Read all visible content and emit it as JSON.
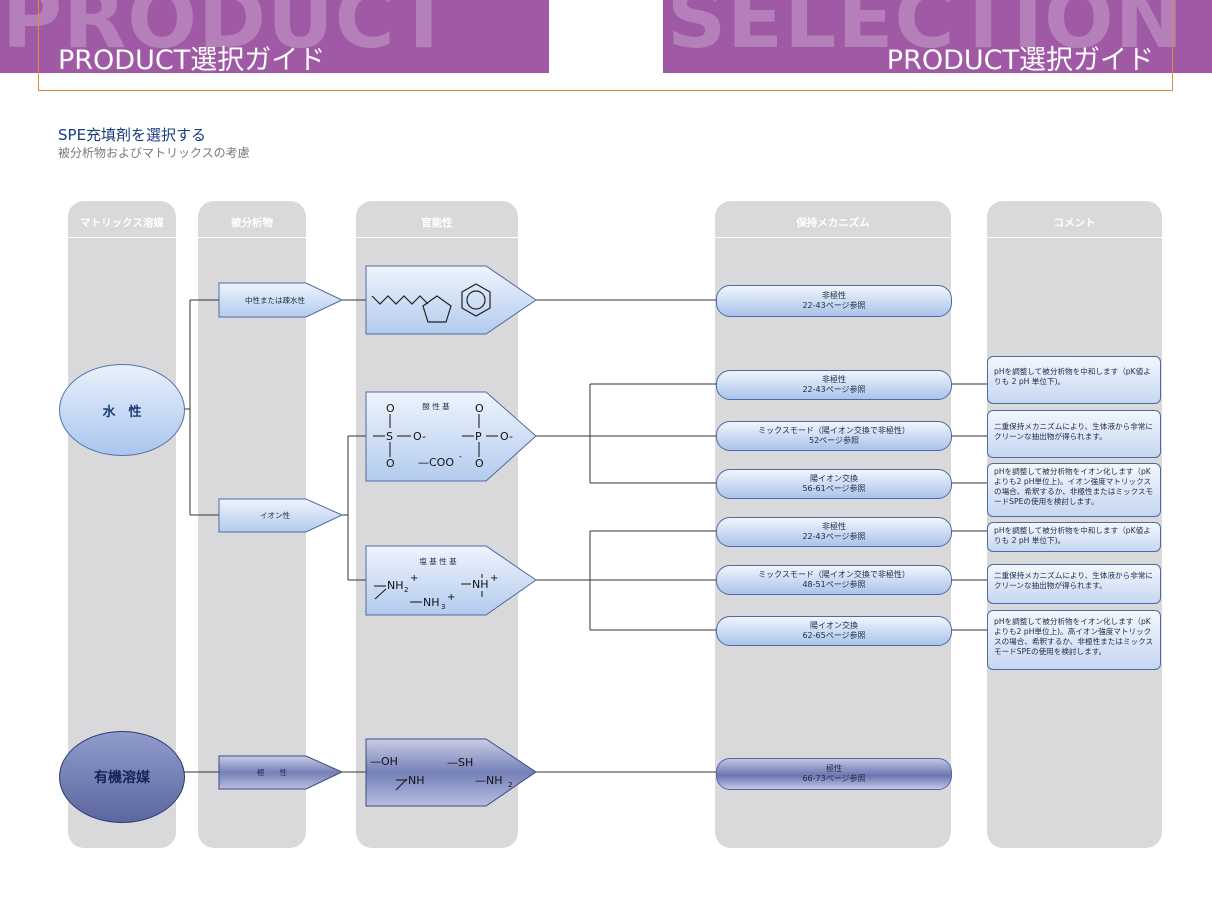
{
  "header": {
    "left_ghost": "PRODUCT",
    "left_title": "PRODUCT選択ガイド",
    "right_ghost": "SELECTION",
    "right_title": "PRODUCT選択ガイド"
  },
  "section": {
    "title": "SPE充填剤を選択する",
    "subtitle": "被分析物およびマトリックスの考慮"
  },
  "columns": [
    "マトリックス溶媒",
    "被分析物",
    "官能性",
    "保持メカニズム",
    "コメント"
  ],
  "matrix": {
    "water": "水　性",
    "organic": "有機溶媒"
  },
  "analytes": {
    "neutral": "中性または疎水性",
    "ionic": "イオン性",
    "polar": "極　　性"
  },
  "functional": {
    "acidic_label": "酸 性 基",
    "basic_label": "塩 基 性 基",
    "o_minus": "O-",
    "o": "O",
    "s": "S",
    "p": "P",
    "coo": "—COO",
    "nh2": "NH",
    "nh3": "NH",
    "nh_plus": "NH",
    "oh": "—OH",
    "sh": "—SH",
    "nh": "NH",
    "nh2_polar": "—NH",
    "sub2": "2",
    "sub3": "3",
    "plus": "+",
    "minus": "-"
  },
  "mechanisms": [
    {
      "line1": "非極性",
      "line2": "22-43ページ参照"
    },
    {
      "line1": "非極性",
      "line2": "22-43ページ参照"
    },
    {
      "line1": "ミックスモード（陽イオン交換で非極性）",
      "line2": "52ページ参照"
    },
    {
      "line1": "陽イオン交換",
      "line2": "56-61ページ参照"
    },
    {
      "line1": "非極性",
      "line2": "22-43ページ参照"
    },
    {
      "line1": "ミックスモード（陽イオン交換で非極性）",
      "line2": "48-51ページ参照"
    },
    {
      "line1": "陽イオン交換",
      "line2": "62-65ページ参照"
    },
    {
      "line1": "極性",
      "line2": "66-73ページ参照"
    }
  ],
  "comments": [
    "pHを調整して被分析物を中和します（pK値よりも 2 pH 単位下)。",
    "二重保持メカニズムにより、生体液から非常にクリーンな抽出物が得られます。",
    "pHを調整して被分析物をイオン化します（pKよりも2 pH単位上)。イオン強度マトリックスの場合、希釈するか、非極性またはミックスモードSPEの使用を検討します。",
    "pHを調整して被分析物を中和します（pK値よりも 2 pH 単位下)。",
    "二重保持メカニズムにより、生体液から非常にクリーンな抽出物が得られます。",
    "pHを調整して被分析物をイオン化します（pKよりも2 pH単位上)。高イオン強度マトリックスの場合、希釈するか、非極性またはミックスモードSPEの使用を検討します。"
  ],
  "colors": {
    "header": "#a05aa5",
    "accent_line": "#e08a3c",
    "column_bg": "#d9d9dc",
    "box_light": "#c9daf1",
    "box_dark": "#6a75b0",
    "title": "#1a3c7e"
  }
}
